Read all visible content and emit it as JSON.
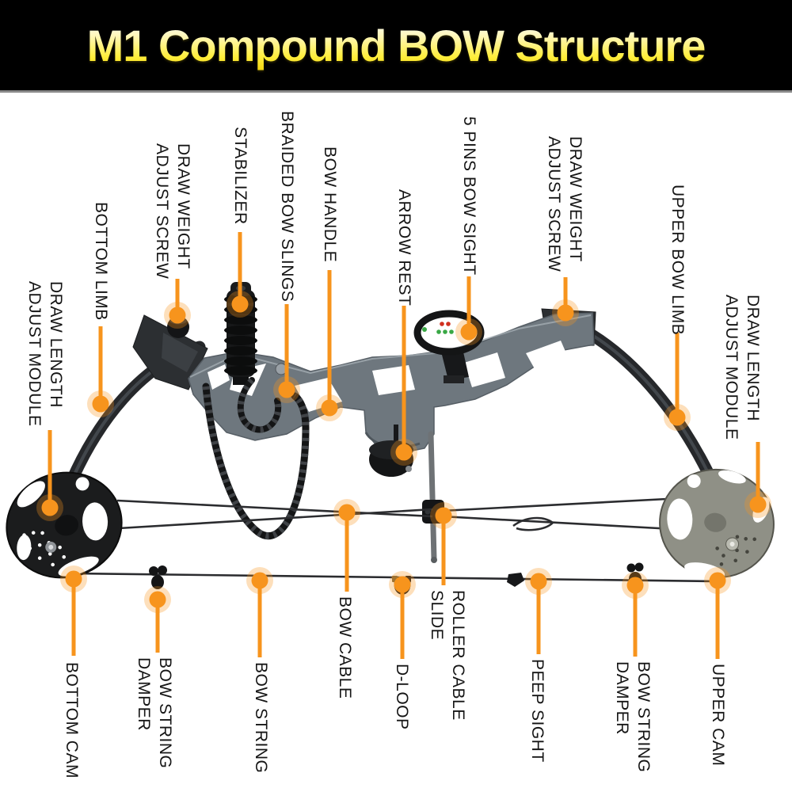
{
  "title": "M1 Compound BOW Structure",
  "colors": {
    "accent_orange": "#F7941D",
    "header_background": "#000000",
    "header_rule": "#8A8A8A",
    "title_gradient_top": "#FDFDF6",
    "title_gradient_bottom": "#F3D714",
    "page_background": "#FFFFFF",
    "riser_gray": "#6E777E",
    "limb_dark": "#26282B",
    "left_cam_black": "#1B1C1D",
    "right_cam_silver": "#8F9086"
  },
  "labels": {
    "top": {
      "draw_length_adjust_module_left": "DRAW LENGTH\nADJUST MODULE",
      "bottom_limb": "BOTTOM LIMB",
      "draw_weight_adjust_screw_left": "DRAW WEIGHT\nADJUST SCREW",
      "stabilizer": "STABILIZER",
      "braided_bow_slings": "BRAIDED BOW SLINGS",
      "bow_handle": "BOW HANDLE",
      "arrow_rest": "ARROW REST",
      "five_pins_bow_sight": "5 PINS BOW SIGHT",
      "draw_weight_adjust_screw_right": "DRAW WEIGHT\nADJUST SCREW",
      "upper_bow_limb": "UPPER BOW LIMB",
      "draw_length_adjust_module_right": "DRAW LENGTH\nADJUST MODULE"
    },
    "bottom": {
      "bottom_cam": "BOTTOM CAM",
      "bow_string_damper_left": "BOW STRING\nDAMPER",
      "bow_string": "BOW STRING",
      "bow_cable": "BOW CABLE",
      "d_loop": "D-LOOP",
      "roller_cable_slide": "ROLLER CABLE\nSLIDE",
      "peep_sight": "PEEP SIGHT",
      "bow_string_damper_right": "BOW STRING\nDAMPER",
      "upper_cam": "UPPER CAM"
    }
  }
}
